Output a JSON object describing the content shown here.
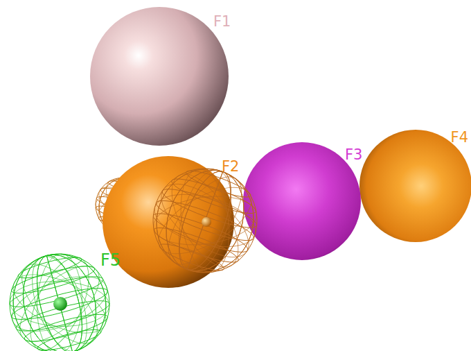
{
  "diagram": {
    "labels": [
      "F1",
      "F2",
      "F3",
      "F4",
      "F5"
    ]
  }
}
